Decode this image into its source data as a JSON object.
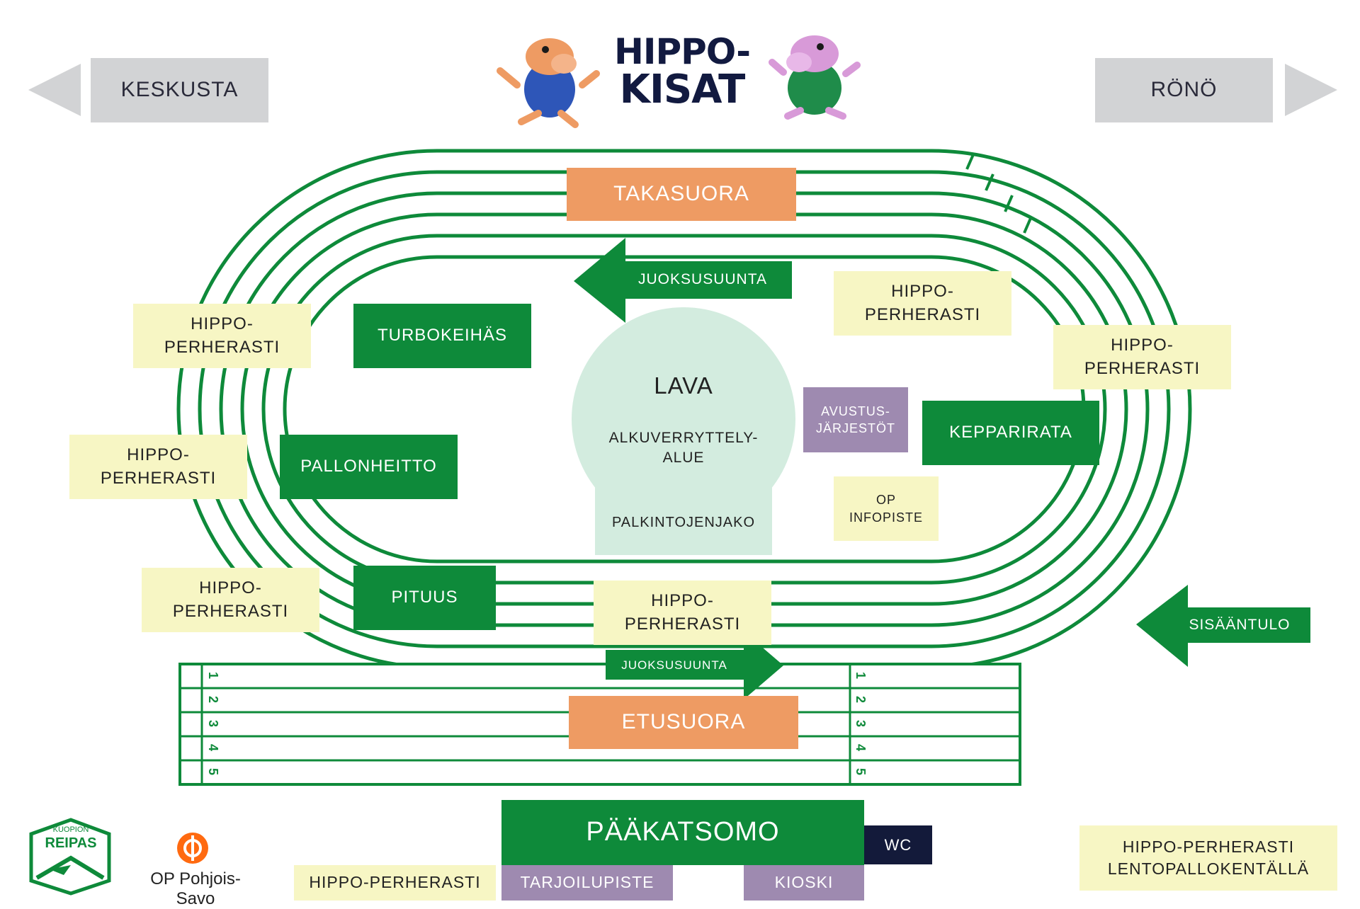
{
  "header": {
    "logo_line1": "HIPPO-",
    "logo_line2": "KISAT",
    "nav_left": "KESKUSTA",
    "nav_right": "RÖNÖ"
  },
  "track": {
    "back_straight": "TAKASUORA",
    "front_straight": "ETUSUORA",
    "direction_top": "JUOKSUSUUNTA",
    "direction_bottom": "JUOKSUSUUNTA",
    "entrance": "SISÄÄNTULO",
    "lane_numbers": [
      "1",
      "2",
      "3",
      "4",
      "5"
    ]
  },
  "stage": {
    "title": "LAVA",
    "warmup": "ALKUVERRYTTELY-\nALUE",
    "awards": "PALKINTOJENJAKO"
  },
  "events": {
    "turbokeihas": "TURBOKEIHÄS",
    "pallonheitto": "PALLONHEITTO",
    "pituus": "PITUUS",
    "kepparirata": "KEPPARIRATA"
  },
  "services": {
    "avustus": "AVUSTUS-\nJÄRJESTÖT",
    "op_info": "OP\nINFOPISTE",
    "paakatsomo": "PÄÄKATSOMO",
    "wc": "WC",
    "tarjoilu": "TARJOILUPISTE",
    "kioski": "KIOSKI"
  },
  "perherasti": {
    "left_top": "HIPPO-\nPERHERASTI",
    "left_mid": "HIPPO-\nPERHERASTI",
    "left_bottom": "HIPPO-\nPERHERASTI",
    "center_top_right": "HIPPO-\nPERHERASTI",
    "right": "HIPPO-\nPERHERASTI",
    "center_bottom": "HIPPO-\nPERHERASTI",
    "bottom_left": "HIPPO-PERHERASTI",
    "bottom_right": "HIPPO-PERHERASTI\nLENTOPALLOKENTÄLLÄ"
  },
  "sponsors": {
    "reipas_top": "KUOPION",
    "reipas_name": "REIPAS",
    "op_name": "OP Pohjois-Savo"
  },
  "colors": {
    "track_green": "#0e8a3a",
    "orange": "#ee9b63",
    "yellow": "#f7f6c4",
    "purple": "#9e8ab0",
    "stage": "#d3ecdf",
    "navy": "#131a3a",
    "gray": "#d2d3d5",
    "op_orange": "#ff6a10"
  }
}
